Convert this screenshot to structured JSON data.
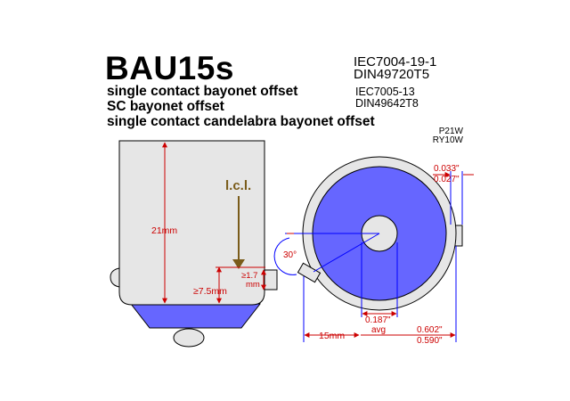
{
  "title": "BAU15s",
  "subtitles": [
    "single contact bayonet offset",
    "SC bayonet offset",
    "single contact candelabra bayonet offset"
  ],
  "standards": [
    "IEC7004-19-1",
    "DIN49720T5"
  ],
  "standards_secondary": [
    "IEC7005-13",
    "DIN49642T8"
  ],
  "bulb_types": [
    "P21W",
    "RY10W"
  ],
  "side_view": {
    "height_label": "21mm",
    "lcl_label": "l.c.l.",
    "min_width_label": "≥7.5mm",
    "pin_label_a": "≥1.7",
    "pin_label_b": "mm"
  },
  "end_view": {
    "angle_label": "30°",
    "pin_offset_a": "0.033\"",
    "pin_offset_b": "0.027\"",
    "contact_a": "0.187\"",
    "contact_b": "avg",
    "base_width_label": "15mm",
    "dia_a": "0.602\"",
    "dia_b": "0.590\""
  },
  "colors": {
    "base_fill": "#e6e6e6",
    "contact_fill": "#6666ff",
    "dimension_red": "#cc0000",
    "dimension_blue": "#0000ff",
    "lcl_arrow": "#7a5c1a"
  }
}
